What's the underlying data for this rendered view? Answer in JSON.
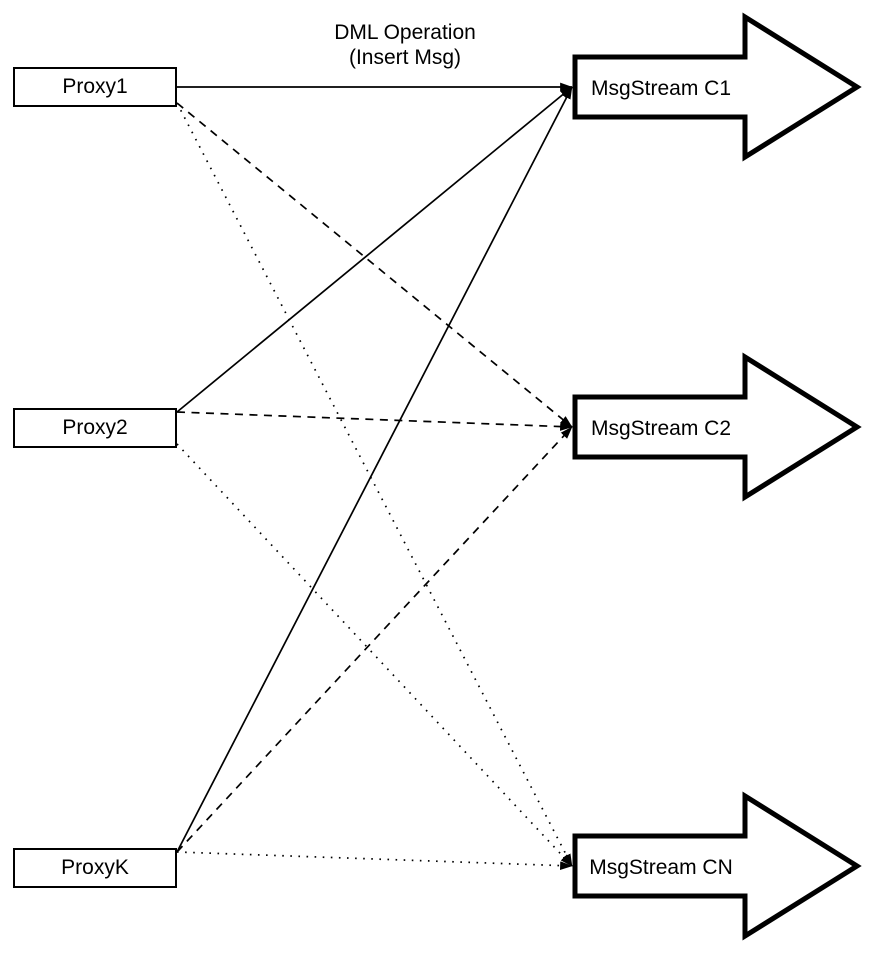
{
  "title": {
    "line1": "DML Operation",
    "line2": "(Insert Msg)"
  },
  "proxies": [
    {
      "id": "proxy1",
      "label": "Proxy1"
    },
    {
      "id": "proxy2",
      "label": "Proxy2"
    },
    {
      "id": "proxyk",
      "label": "ProxyK"
    }
  ],
  "streams": [
    {
      "id": "c1",
      "label": "MsgStream C1",
      "line_style": "solid"
    },
    {
      "id": "c2",
      "label": "MsgStream C2",
      "line_style": "dashed"
    },
    {
      "id": "cn",
      "label": "MsgStream CN",
      "line_style": "dotted"
    }
  ],
  "edges": [
    {
      "from": "proxy1",
      "to": "c1",
      "style": "solid"
    },
    {
      "from": "proxy1",
      "to": "c2",
      "style": "dashed"
    },
    {
      "from": "proxy1",
      "to": "cn",
      "style": "dotted"
    },
    {
      "from": "proxy2",
      "to": "c1",
      "style": "solid"
    },
    {
      "from": "proxy2",
      "to": "c2",
      "style": "dashed"
    },
    {
      "from": "proxy2",
      "to": "cn",
      "style": "dotted"
    },
    {
      "from": "proxyk",
      "to": "c1",
      "style": "solid"
    },
    {
      "from": "proxyk",
      "to": "c2",
      "style": "dashed"
    },
    {
      "from": "proxyk",
      "to": "cn",
      "style": "dotted"
    }
  ],
  "colors": {
    "stroke": "#000000",
    "background": "#ffffff"
  }
}
